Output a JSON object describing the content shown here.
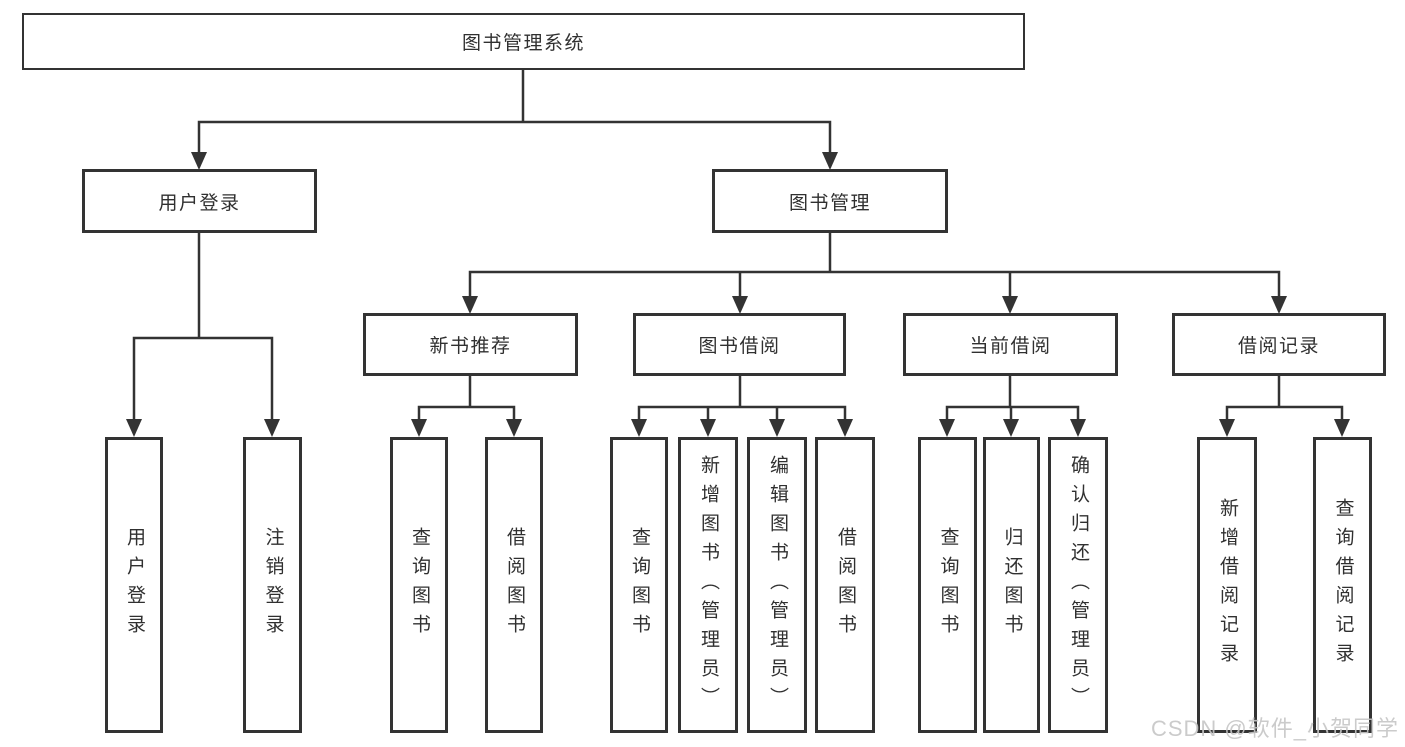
{
  "page": {
    "background": "#ffffff"
  },
  "colors": {
    "line": "#333333",
    "text": "#303030",
    "background": "#ffffff",
    "watermark": "#c6c6c6"
  },
  "watermark": {
    "text": "CSDN @软件_小贺同学"
  },
  "diagram": {
    "type": "hierarchy-tree",
    "root": {
      "label": "图书管理系统",
      "children": [
        {
          "label": "用户登录",
          "children": [
            {
              "label": "用户登录"
            },
            {
              "label": "注销登录"
            }
          ]
        },
        {
          "label": "图书管理",
          "children": [
            {
              "label": "新书推荐",
              "children": [
                {
                  "label": "查询图书"
                },
                {
                  "label": "借阅图书"
                }
              ]
            },
            {
              "label": "图书借阅",
              "children": [
                {
                  "label": "查询图书"
                },
                {
                  "label": "新增图书（管理员）"
                },
                {
                  "label": "编辑图书（管理员）"
                },
                {
                  "label": "借阅图书"
                }
              ]
            },
            {
              "label": "当前借阅",
              "children": [
                {
                  "label": "查询图书"
                },
                {
                  "label": "归还图书"
                },
                {
                  "label": "确认归还（管理员）"
                }
              ]
            },
            {
              "label": "借阅记录",
              "children": [
                {
                  "label": "新增借阅记录"
                },
                {
                  "label": "查询借阅记录"
                }
              ]
            }
          ]
        }
      ]
    }
  }
}
